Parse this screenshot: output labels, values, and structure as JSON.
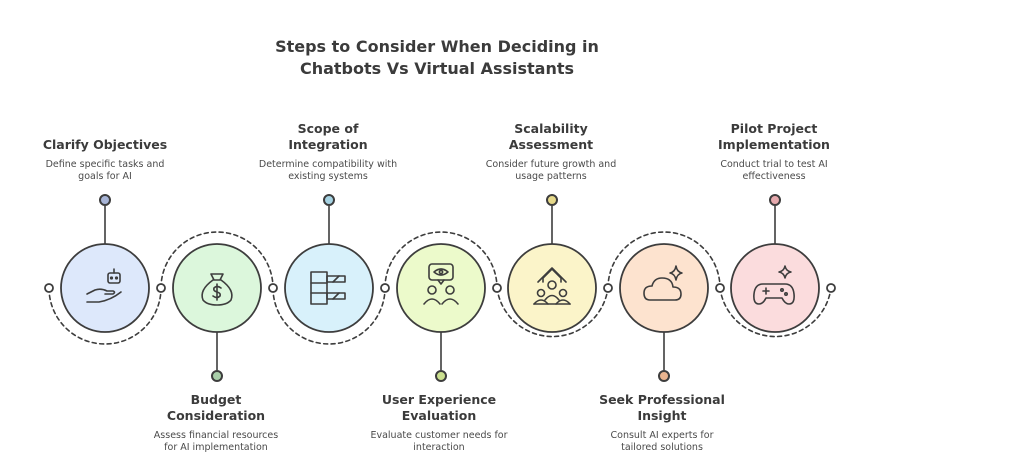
{
  "title": "Steps to Consider When Deciding in\nChatbots Vs Virtual Assistants",
  "steps": [
    {
      "heading": "Clarify Objectives",
      "desc": "Define specific tasks and\ngoals for AI",
      "icon": "robot-hand-icon",
      "fill": "#dde8fb",
      "dot": "#a7b4d6"
    },
    {
      "heading": "Budget\nConsideration",
      "desc": "Assess financial resources\nfor AI implementation",
      "icon": "money-bag-icon",
      "fill": "#dcf7dc",
      "dot": "#a9cfa9"
    },
    {
      "heading": "Scope of\nIntegration",
      "desc": "Determine compatibility with\nexisting systems",
      "icon": "layers-chart-icon",
      "fill": "#d8f1fb",
      "dot": "#a6d3e3"
    },
    {
      "heading": "User Experience\nEvaluation",
      "desc": "Evaluate customer needs for\ninteraction",
      "icon": "users-eye-icon",
      "fill": "#ecfacb",
      "dot": "#cbe08f"
    },
    {
      "heading": "Scalability\nAssessment",
      "desc": "Consider future growth and\nusage patterns",
      "icon": "growth-people-icon",
      "fill": "#fbf4c9",
      "dot": "#e6d98a"
    },
    {
      "heading": "Seek Professional\nInsight",
      "desc": "Consult AI experts for\ntailored solutions",
      "icon": "cloud-sparkle-icon",
      "fill": "#fde3cf",
      "dot": "#e9b48f"
    },
    {
      "heading": "Pilot Project\nImplementation",
      "desc": "Conduct trial to test AI\neffectiveness",
      "icon": "gamepad-sparkle-icon",
      "fill": "#fbdcdd",
      "dot": "#e6a9ad"
    }
  ]
}
